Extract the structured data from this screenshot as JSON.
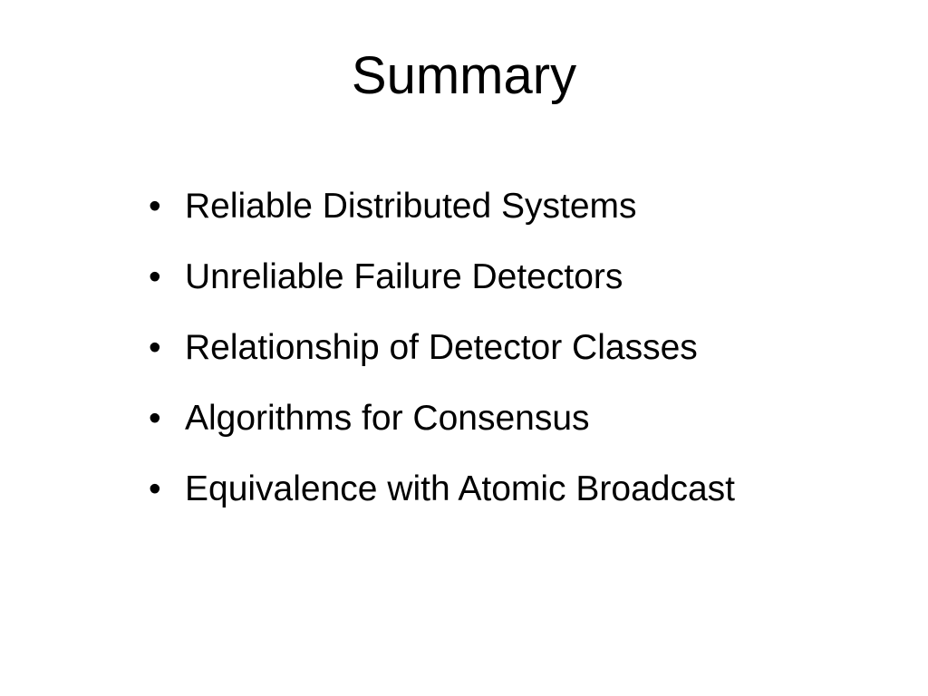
{
  "slide": {
    "title": "Summary",
    "bullet_glyph": "•",
    "items": [
      {
        "text": "Reliable Distributed Systems"
      },
      {
        "text": "Unreliable Failure Detectors"
      },
      {
        "text": "Relationship of Detector Classes"
      },
      {
        "text": "Algorithms for Consensus"
      },
      {
        "text": "Equivalence with Atomic Broadcast"
      }
    ],
    "colors": {
      "background": "#ffffff",
      "text": "#000000"
    }
  }
}
